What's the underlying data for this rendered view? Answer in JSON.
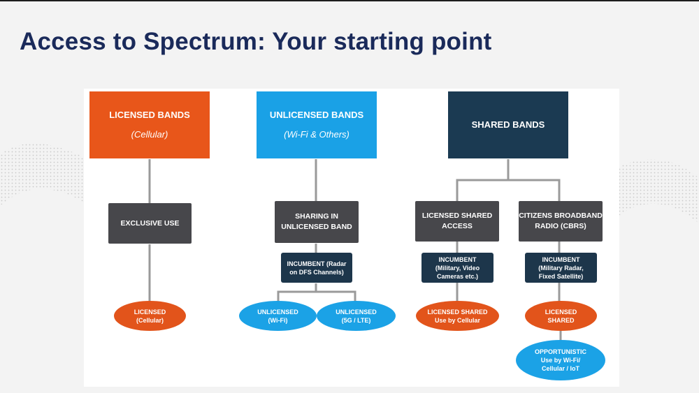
{
  "title": "Access to Spectrum: Your starting point",
  "colors": {
    "title": "#1a2a5a",
    "licensed": "#e8561a",
    "unlicensed": "#1aa1e6",
    "shared": "#1b3a52",
    "category": "#47474b",
    "connector": "#9a9a9a"
  },
  "diagram": {
    "licensed": {
      "top": {
        "title": "LICENSED BANDS",
        "subtitle": "(Cellular)"
      },
      "category": "EXCLUSIVE USE",
      "outcome": [
        "LICENSED",
        "(Cellular)"
      ]
    },
    "unlicensed": {
      "top": {
        "title": "UNLICENSED BANDS",
        "subtitle": "(Wi-Fi & Others)"
      },
      "category": [
        "SHARING IN",
        "UNLICENSED BAND"
      ],
      "incumbent": [
        "INCUMBENT (Radar",
        "on DFS Channels)"
      ],
      "outcomes": [
        {
          "lines": [
            "UNLICENSED",
            "(Wi-Fi)"
          ]
        },
        {
          "lines": [
            "UNLICENSED",
            "(5G / LTE)"
          ]
        }
      ]
    },
    "shared": {
      "top": {
        "title": "SHARED BANDS"
      },
      "lsa": {
        "category": [
          "LICENSED SHARED",
          "ACCESS"
        ],
        "incumbent": [
          "INCUMBENT",
          "(Military, Video",
          "Cameras etc.)"
        ],
        "outcome": [
          "LICENSED SHARED",
          "Use by Cellular"
        ]
      },
      "cbrs": {
        "category": [
          "CITIZENS BROADBAND",
          "RADIO (CBRS)"
        ],
        "incumbent": [
          "INCUMBENT",
          "(Military Radar,",
          "Fixed Satellite)"
        ],
        "outcome": [
          "LICENSED",
          "SHARED"
        ],
        "opportunistic": [
          "OPPORTUNISTIC",
          "Use by Wi-Fi/",
          "Cellular / IoT"
        ]
      }
    }
  }
}
